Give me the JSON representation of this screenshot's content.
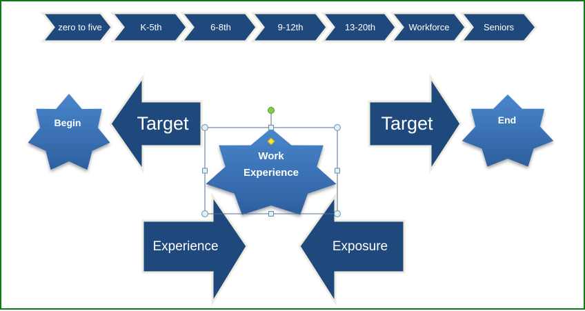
{
  "diagram": {
    "colors": {
      "arrow_fill": "#1f497d",
      "arrow_outline": "#eeece1",
      "star_top": "#4a86cc",
      "star_bottom": "#2d5f9e",
      "frame_border": "#0a7a12",
      "selection_line": "#4f6f8f",
      "rotate_handle": "#7ed04b",
      "adjust_handle": "#f5e63b"
    },
    "stages": [
      {
        "label": "zero to five"
      },
      {
        "label": "K-5th"
      },
      {
        "label": "6-8th"
      },
      {
        "label": "9-12th"
      },
      {
        "label": "13-20th"
      },
      {
        "label": "Workforce"
      },
      {
        "label": "Seniors"
      }
    ],
    "begin_star": {
      "label": "Begin"
    },
    "end_star": {
      "label": "End"
    },
    "left_target_arrow": {
      "label": "Target",
      "direction": "left"
    },
    "right_target_arrow": {
      "label": "Target",
      "direction": "right"
    },
    "center_star": {
      "line1": "Work",
      "line2": "Experience",
      "selected": true
    },
    "experience_arrow": {
      "label": "Experience",
      "direction": "right"
    },
    "exposure_arrow": {
      "label": "Exposure",
      "direction": "left"
    }
  }
}
